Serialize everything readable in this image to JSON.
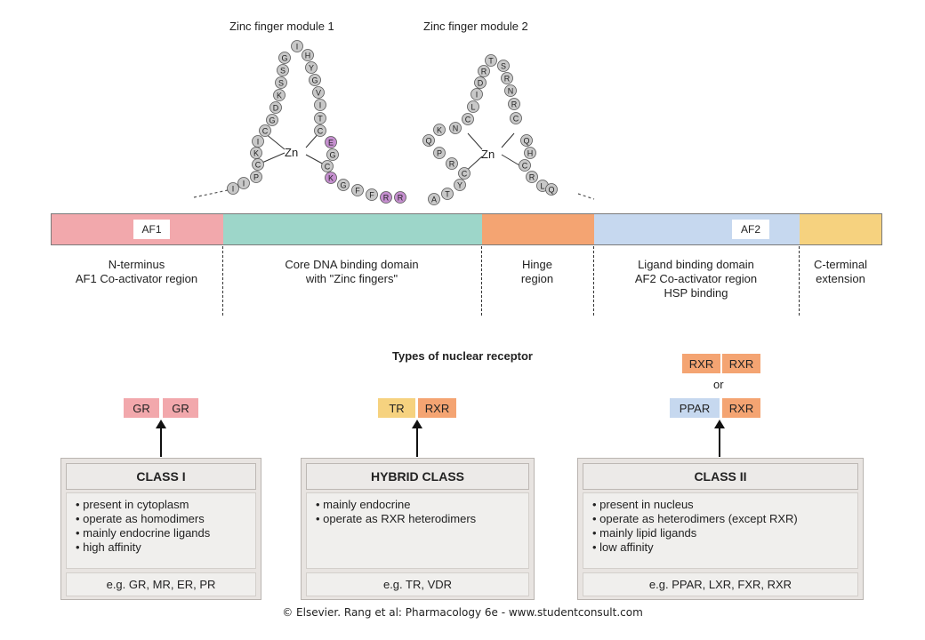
{
  "zinc_fingers": {
    "module1_label": "Zinc finger module 1",
    "module2_label": "Zinc finger module 2",
    "zn_label": "Zn",
    "module1_left_residues": [
      "I",
      "I",
      "P",
      "C",
      "K",
      "I",
      "C",
      "G",
      "D",
      "K",
      "S",
      "S",
      "G",
      "I"
    ],
    "module1_right_residues": [
      "H",
      "Y",
      "G",
      "V",
      "I",
      "T",
      "C",
      "E",
      "G",
      "C",
      "K"
    ],
    "linker_residues": [
      "G",
      "F",
      "F",
      "R",
      "R"
    ],
    "module2_left_residues": [
      "A",
      "T",
      "Y",
      "C",
      "R",
      "P",
      "Q",
      "K",
      "N",
      "C",
      "L",
      "I",
      "D",
      "R",
      "T"
    ],
    "module2_right_residues": [
      "S",
      "R",
      "N",
      "R",
      "C",
      "Q",
      "H",
      "C",
      "R",
      "L",
      "Q"
    ],
    "highlight_color": "#c58fcf",
    "residue_color": "#c8c8c8"
  },
  "domain_bar": {
    "af1_label": "AF1",
    "af2_label": "AF2",
    "colors": {
      "n_terminus": "#f2a8ac",
      "dna_binding": "#9dd6c9",
      "hinge": "#f4a472",
      "ligand_binding": "#c6d8ef",
      "c_terminal": "#f6d27f"
    },
    "domains": [
      {
        "line1": "N-terminus",
        "line2": "AF1 Co-activator region",
        "line3": ""
      },
      {
        "line1": "Core DNA binding domain",
        "line2": "with \"Zinc fingers\"",
        "line3": ""
      },
      {
        "line1": "Hinge",
        "line2": "region",
        "line3": ""
      },
      {
        "line1": "Ligand binding domain",
        "line2": "AF2 Co-activator region",
        "line3": "HSP binding"
      },
      {
        "line1": "C-terminal",
        "line2": "extension",
        "line3": ""
      }
    ]
  },
  "types_title": "Types of nuclear receptor",
  "dimers": {
    "class1": [
      "GR",
      "GR"
    ],
    "hybrid": [
      "TR",
      "RXR"
    ],
    "class2_top": [
      "RXR",
      "RXR"
    ],
    "or_label": "or",
    "class2_bottom": [
      "PPAR",
      "RXR"
    ],
    "colors": {
      "gr": "#f2a8ac",
      "tr": "#f6d27f",
      "rxr": "#f4a472",
      "ppar": "#c6d8ef"
    }
  },
  "classes": [
    {
      "title": "CLASS I",
      "points": [
        "present in cytoplasm",
        "operate as homodimers",
        "mainly endocrine ligands",
        "high affinity"
      ],
      "examples": "e.g. GR, MR, ER, PR"
    },
    {
      "title": "HYBRID CLASS",
      "points": [
        "mainly endocrine",
        "operate as RXR heterodimers"
      ],
      "examples": "e.g. TR, VDR"
    },
    {
      "title": "CLASS II",
      "points": [
        "present in nucleus",
        "operate as heterodimers (except RXR)",
        "mainly lipid ligands",
        "low affinity"
      ],
      "examples": "e.g. PPAR, LXR, FXR, RXR"
    }
  ],
  "copyright": "© Elsevier. Rang et al: Pharmacology 6e - www.studentconsult.com"
}
